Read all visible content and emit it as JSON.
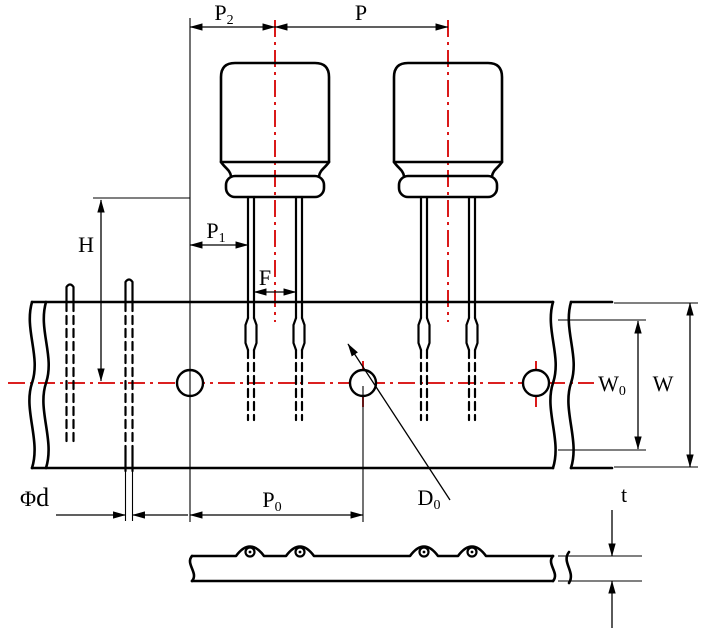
{
  "colors": {
    "ink": "#000000",
    "accent_red": "#d60000",
    "background": "#ffffff"
  },
  "labels": {
    "p2": {
      "base": "P",
      "sub": "2"
    },
    "p": {
      "base": "P"
    },
    "p1": {
      "base": "P",
      "sub": "1"
    },
    "f": {
      "base": "F"
    },
    "h": {
      "base": "H"
    },
    "w0": {
      "base": "W",
      "sub": "0"
    },
    "w": {
      "base": "W"
    },
    "phi_d": {
      "symbol": "Φ",
      "base": "d"
    },
    "p0": {
      "base": "P",
      "sub": "0"
    },
    "d0": {
      "base": "D",
      "sub": "0"
    },
    "t": {
      "base": "t"
    }
  }
}
